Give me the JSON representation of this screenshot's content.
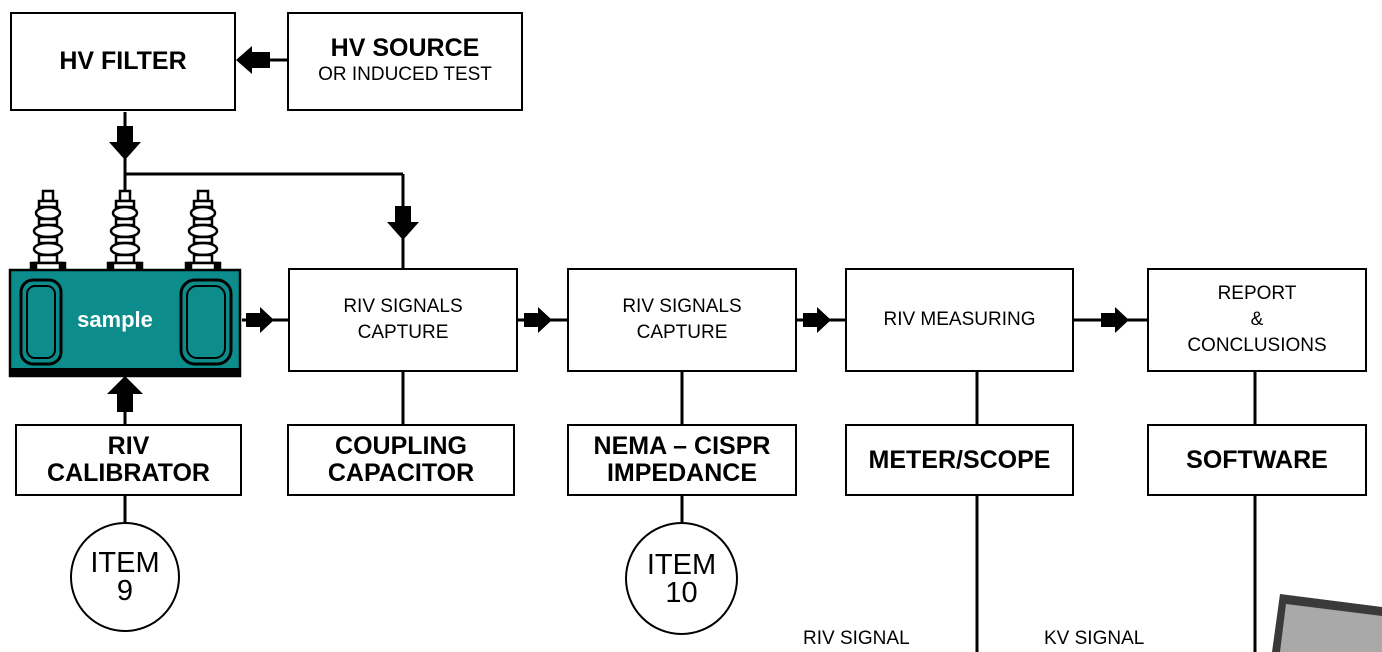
{
  "hv_filter": {
    "title": "HV FILTER"
  },
  "hv_source": {
    "title": "HV SOURCE",
    "subtitle": "OR INDUCED TEST"
  },
  "sample": {
    "label": "sample",
    "color": "#0d8c8c"
  },
  "capture1": {
    "line1": "RIV SIGNALS",
    "line2": "CAPTURE"
  },
  "capture2": {
    "line1": "RIV SIGNALS",
    "line2": "CAPTURE"
  },
  "measuring": {
    "label": "RIV MEASURING"
  },
  "report": {
    "line1": "REPORT",
    "line2": "&",
    "line3": "CONCLUSIONS"
  },
  "calibrator": {
    "line1": "RIV",
    "line2": "CALIBRATOR"
  },
  "coupling": {
    "line1": "COUPLING",
    "line2": "CAPACITOR"
  },
  "impedance": {
    "line1": "NEMA – CISPR",
    "line2": "IMPEDANCE"
  },
  "meter": {
    "label": "METER/SCOPE"
  },
  "software": {
    "label": "SOFTWARE"
  },
  "item9": {
    "line1": "ITEM",
    "line2": "9"
  },
  "item10": {
    "line1": "ITEM",
    "line2": "10"
  },
  "signals": {
    "riv": "RIV SIGNAL",
    "kv": "KV SIGNAL"
  }
}
